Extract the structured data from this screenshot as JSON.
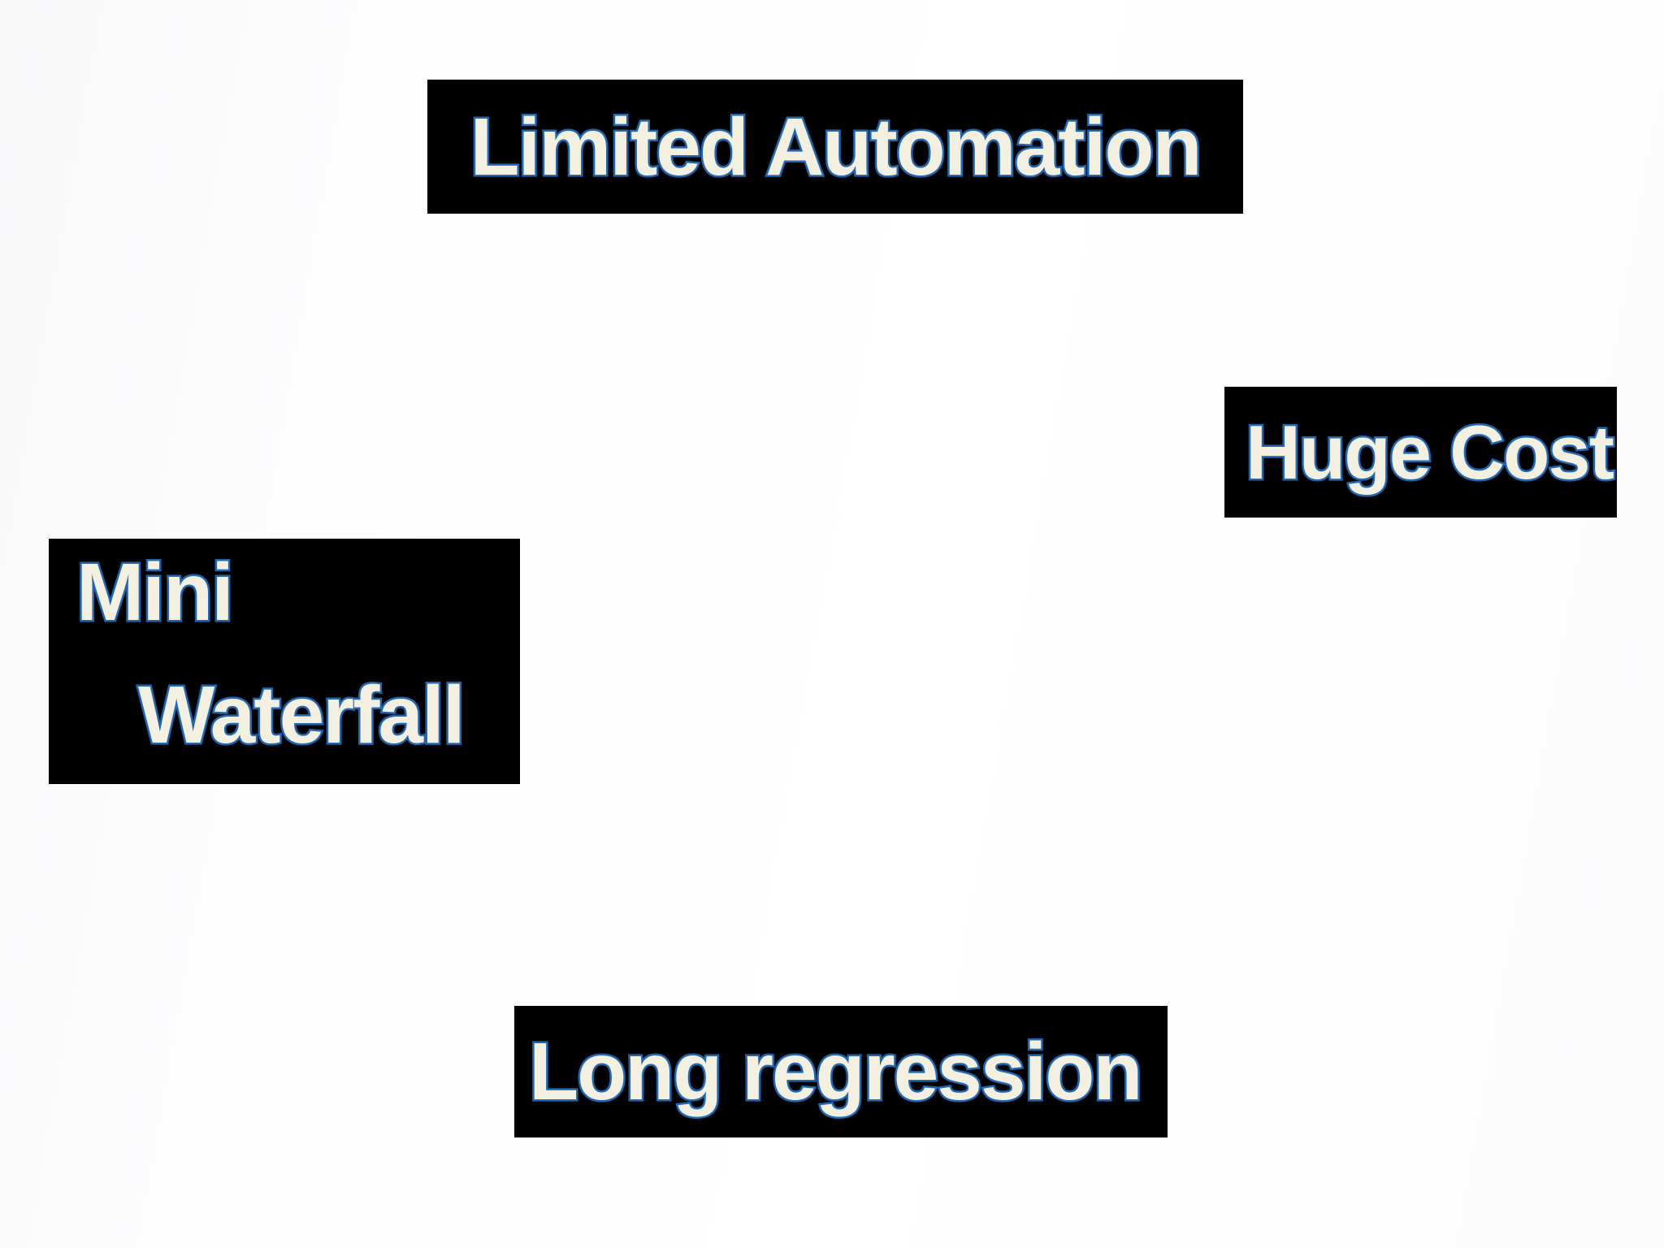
{
  "slide": {
    "background_color": "#fcfcfd",
    "box_color": "#000000",
    "text_fill_color": "#f3f0e2",
    "text_outline_color": "#2268b0",
    "callouts": [
      {
        "id": "limited-automation",
        "text": "Limited Automation"
      },
      {
        "id": "huge-cost",
        "text": "Huge Cost"
      },
      {
        "id": "mini-waterfall",
        "lines": [
          "Mini",
          "Waterfall"
        ]
      },
      {
        "id": "long-regression",
        "text": "Long regression"
      }
    ]
  }
}
